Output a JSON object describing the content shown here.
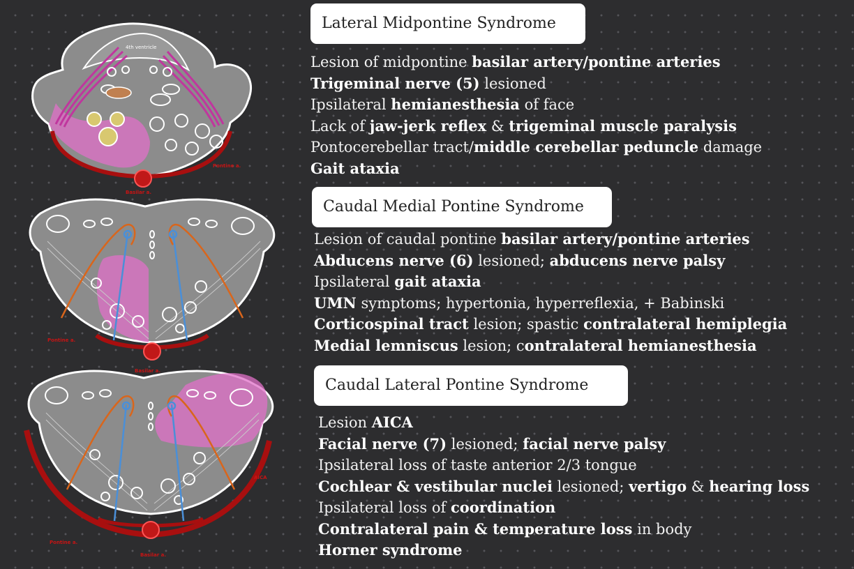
{
  "sections": [
    {
      "title": "Lateral Midpontine Syndrome",
      "lines": [
        [
          {
            "t": "Lesion of midpontine ",
            "b": false
          },
          {
            "t": "basilar artery/pontine arteries",
            "b": true
          }
        ],
        [
          {
            "t": "Trigeminal nerve (5)",
            "b": true
          },
          {
            "t": " lesioned",
            "b": false
          }
        ],
        [
          {
            "t": "Ipsilateral ",
            "b": false
          },
          {
            "t": "hemianesthesia",
            "b": true
          },
          {
            "t": " of face",
            "b": false
          }
        ],
        [
          {
            "t": "Lack of ",
            "b": false
          },
          {
            "t": "jaw-jerk reflex",
            "b": true
          },
          {
            "t": " & ",
            "b": false
          },
          {
            "t": "trigeminal muscle paralysis",
            "b": true
          }
        ],
        [
          {
            "t": "Pontocerebellar tract/",
            "b": false
          },
          {
            "t": "middle cerebellar peduncle",
            "b": true
          },
          {
            "t": " damage",
            "b": false
          }
        ],
        [
          {
            "t": "Gait ataxia",
            "b": true
          }
        ]
      ]
    },
    {
      "title": "Caudal Medial Pontine Syndrome",
      "lines": [
        [
          {
            "t": "Lesion of caudal pontine ",
            "b": false
          },
          {
            "t": "basilar artery/pontine arteries",
            "b": true
          }
        ],
        [
          {
            "t": "Abducens nerve (6)",
            "b": true
          },
          {
            "t": " lesioned; ",
            "b": false
          },
          {
            "t": "abducens nerve palsy",
            "b": true
          }
        ],
        [
          {
            "t": "Ipsilateral ",
            "b": false
          },
          {
            "t": "gait ataxia",
            "b": true
          }
        ],
        [
          {
            "t": "UMN",
            "b": true
          },
          {
            "t": " symptoms; hypertonia, hyperreflexia, + Babinski",
            "b": false
          }
        ],
        [
          {
            "t": "Corticospinal tract",
            "b": true
          },
          {
            "t": " lesion; spastic ",
            "b": false
          },
          {
            "t": "contralateral hemiplegia",
            "b": true
          }
        ],
        [
          {
            "t": "Medial lemniscus",
            "b": true
          },
          {
            "t": " lesion; c",
            "b": false
          },
          {
            "t": "ontralateral hemianesthesia",
            "b": true
          }
        ]
      ]
    },
    {
      "title": "Caudal Lateral Pontine Syndrome",
      "lines": [
        [
          {
            "t": "Lesion ",
            "b": false
          },
          {
            "t": "AICA",
            "b": true
          }
        ],
        [
          {
            "t": "Facial nerve (7)",
            "b": true
          },
          {
            "t": " lesioned; ",
            "b": false
          },
          {
            "t": "facial nerve palsy",
            "b": true
          }
        ],
        [
          {
            "t": "Ipsilateral loss of taste anterior 2/3 tongue",
            "b": false
          }
        ],
        [
          {
            "t": "Cochlear & vestibular nuclei",
            "b": true
          },
          {
            "t": " lesioned; ",
            "b": false
          },
          {
            "t": "vertigo",
            "b": true
          },
          {
            "t": " & ",
            "b": false
          },
          {
            "t": "hearing loss",
            "b": true
          }
        ],
        [
          {
            "t": "Ipsilateral loss of ",
            "b": false
          },
          {
            "t": "coordination",
            "b": true
          }
        ],
        [
          {
            "t": "Contralateral pain & temperature loss",
            "b": true
          },
          {
            "t": " in body",
            "b": false
          }
        ],
        [
          {
            "t": "Horner syndrome",
            "b": true
          }
        ]
      ]
    }
  ],
  "diagram_labels": {
    "ventricle": "4th ventricle",
    "d1_right": "Pontine a.",
    "d1_bottom": "Basilar a.",
    "d2_left": "Pontine a.",
    "d2_bottom": "Basilar a.",
    "d3_right": "AICA",
    "d3_left": "Pontine a.",
    "d3_bottom": "Basilar a."
  },
  "colors": {
    "background": "#2d2d2f",
    "brainstem": "#8c8c8c",
    "lesion": "#e070c8",
    "artery": "#a80f0f",
    "abducens": "#4a8fd8",
    "facial": "#d9661c"
  }
}
